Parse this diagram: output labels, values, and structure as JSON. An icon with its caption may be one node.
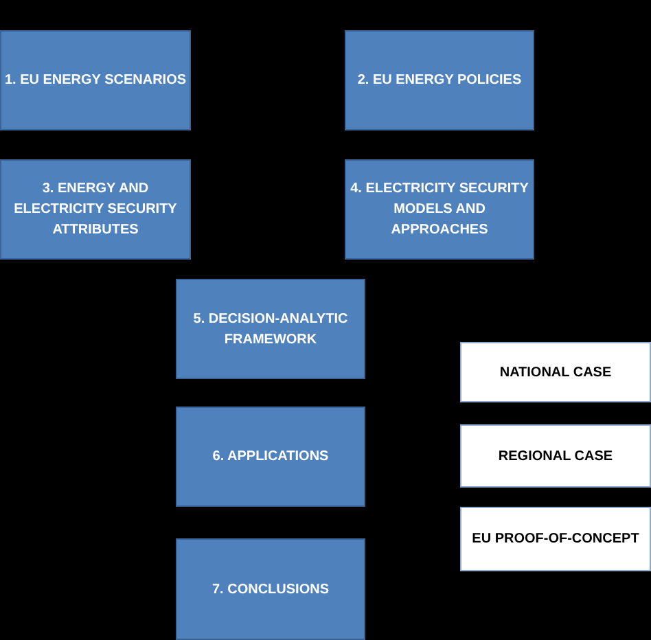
{
  "diagram": {
    "nodes": [
      {
        "text": [
          "1. EU ENERGY SCENARIOS"
        ]
      },
      {
        "text": [
          "2. EU ENERGY POLICIES"
        ]
      },
      {
        "text": [
          "3. ENERGY AND ELECTRICITY SECURITY ATTRIBUTES"
        ]
      },
      {
        "text": [
          "4. ELECTRICITY SECURITY MODELS AND APPROACHES"
        ]
      },
      {
        "text": [
          "5. DECISION-ANALYTIC FRAMEWORK"
        ]
      },
      {
        "text": [
          "NATIONAL CASE"
        ]
      },
      {
        "text": [
          "6. APPLICATIONS"
        ]
      },
      {
        "text": [
          "REGIONAL CASE"
        ]
      },
      {
        "text": [
          "EU PROOF-OF-CONCEPT"
        ]
      },
      {
        "text": [
          "7. CONCLUSIONS"
        ]
      }
    ]
  }
}
